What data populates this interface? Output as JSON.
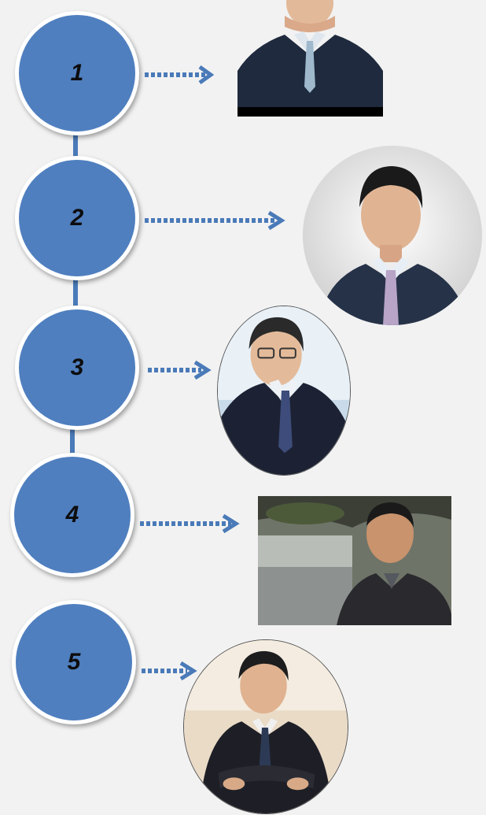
{
  "steps": [
    {
      "label": "1"
    },
    {
      "label": "2"
    },
    {
      "label": "3"
    },
    {
      "label": "4"
    },
    {
      "label": "5"
    }
  ],
  "colors": {
    "background": "#f2f2f2",
    "node_fill": "#4f7fbf",
    "connector": "#4a7ab8",
    "arrow": "#4a7ab8",
    "node_border": "#ffffff"
  },
  "icons": {
    "node": "numbered-circle",
    "arrow": "dotted-arrow-right",
    "photo": "person-portrait"
  }
}
